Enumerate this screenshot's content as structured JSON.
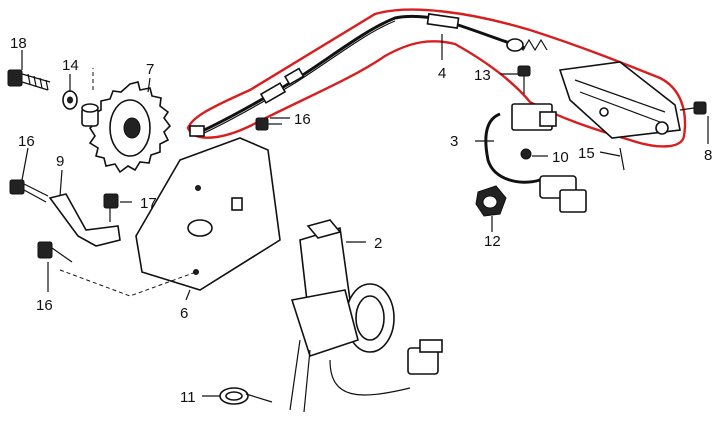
{
  "highlight_color": "#d81e1e",
  "callouts": [
    "18",
    "14",
    "7",
    "16",
    "9",
    "17",
    "16",
    "16",
    "6",
    "4",
    "13",
    "3",
    "10",
    "15",
    "8",
    "12",
    "2",
    "11"
  ]
}
